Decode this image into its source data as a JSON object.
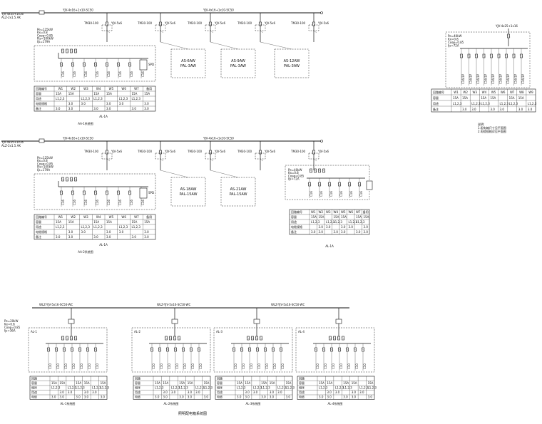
{
  "panel_a1": {
    "incoming": "YJV-4x35+1x16",
    "incoming2": "ALZ-2x1.5 AK",
    "bus": "YJV-4x16+1x10-SC50",
    "params": [
      "Pe=125kW",
      "Kx=0.8",
      "Cosφ=0.85",
      "Pjs=100kW",
      "Ijs=179A"
    ],
    "loads": [
      {
        "title": "AS-6AW",
        "sub": "PAL-3AW"
      },
      {
        "title": "AS-9AW",
        "sub": "PAL-3AW"
      },
      {
        "title": "AS-12AW",
        "sub": "PAL-3AW"
      }
    ],
    "table_rows": [
      "回路编号",
      "容量",
      "用途",
      "电缆规格",
      "备注"
    ],
    "table_cols": [
      "W1",
      "W2",
      "W3",
      "W4",
      "W5",
      "W6",
      "W7",
      "备用"
    ],
    "caption": "AA-1系统图",
    "footer": "AL-1A"
  },
  "panel_a2": {
    "incoming": "YJV-4x35+1x16",
    "incoming2": "ALZ-2x1.5 AK",
    "bus": "YJV-4x16+1x10-SC50",
    "params": [
      "Pe=125kW",
      "Kx=0.8",
      "Cosφ=0.85",
      "Pjs=100kW",
      "Ijs=179A"
    ],
    "loads": [
      {
        "title": "AS-18AW",
        "sub": "PAL-15AW"
      },
      {
        "title": "AS-21AW",
        "sub": "PAL-15AW"
      }
    ],
    "table_rows": [
      "回路编号",
      "容量",
      "用途",
      "电缆规格",
      "备注"
    ],
    "table_cols": [
      "W1",
      "W2",
      "W3",
      "W4",
      "W5",
      "W6",
      "W7",
      "备用"
    ],
    "caption": "AA-2系统图",
    "footer": "AL-1A"
  },
  "panel_a3": {
    "params": [
      "Pe=40kW",
      "Kx=0.8",
      "Cosφ=0.85",
      "Ijs=72A"
    ],
    "table_rows": [
      "回路编号",
      "容量",
      "用途",
      "电缆规格",
      "备注"
    ],
    "table_cols": [
      "W1",
      "W2",
      "W3",
      "W4",
      "W5",
      "W6",
      "W7",
      "备用"
    ],
    "footer": "AL-1A"
  },
  "panel_right": {
    "incoming": "YJV-4x25+1x16",
    "params": [
      "Pe=40kW",
      "Kx=0.8",
      "Cosφ=0.85",
      "Ijs=72A"
    ],
    "table_rows": [
      "回路编号",
      "容量",
      "用途",
      "备注"
    ],
    "table_cols": [
      "W1",
      "W2",
      "W3",
      "W4",
      "W5",
      "W6",
      "W7",
      "W8",
      "W9"
    ],
    "notes": [
      "说明:",
      "1.配电箱尺寸见平面图",
      "2.电缆规格详见平面图"
    ]
  },
  "panel_bottom": {
    "bus": "WLZ-YJV-5x16-SC50-WC",
    "boxes": [
      "AL-1",
      "AL-2",
      "AL-3",
      "AL-4"
    ],
    "params": [
      "Pe=20kW",
      "Kx=0.8",
      "Cosφ=0.85",
      "Ijs=36A"
    ],
    "table_rows": [
      "回路",
      "容量",
      "相序",
      "用途",
      "电缆"
    ],
    "caption": "照明配电箱系统图",
    "sub_captions": [
      "AL-1系统图",
      "AL-2系统图",
      "AL-3系统图",
      "AL-4系统图"
    ]
  }
}
